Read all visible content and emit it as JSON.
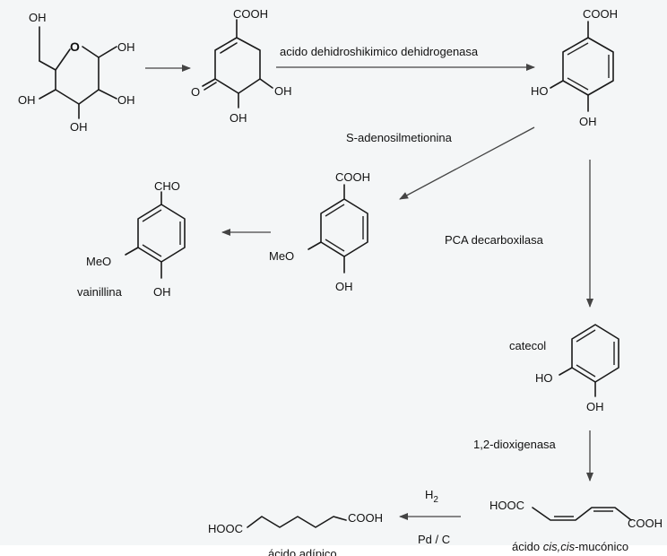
{
  "atoms": {
    "oh": "OH",
    "o": "O",
    "cooh": "COOH",
    "hooc": "HOOC",
    "ho": "HO",
    "meo": "MeO",
    "cho": "CHO",
    "h2": "H",
    "h2_sub": "2"
  },
  "reagents": {
    "dehydrogenase": "acido dehidroshikimico dehidrogenasa",
    "sam": "S-adenosilmetionina",
    "decarboxylase": "PCA decarboxilasa",
    "dioxygenase": "1,2-dioxigenasa",
    "catalyst": "Pd / C"
  },
  "compounds": {
    "vanillin": "vainillina",
    "catechol": "catecol",
    "adipic": "ácido adípico",
    "muconic_prefix": "ácido ",
    "muconic_italic": "cis,cis",
    "muconic_suffix": "-mucónico"
  }
}
